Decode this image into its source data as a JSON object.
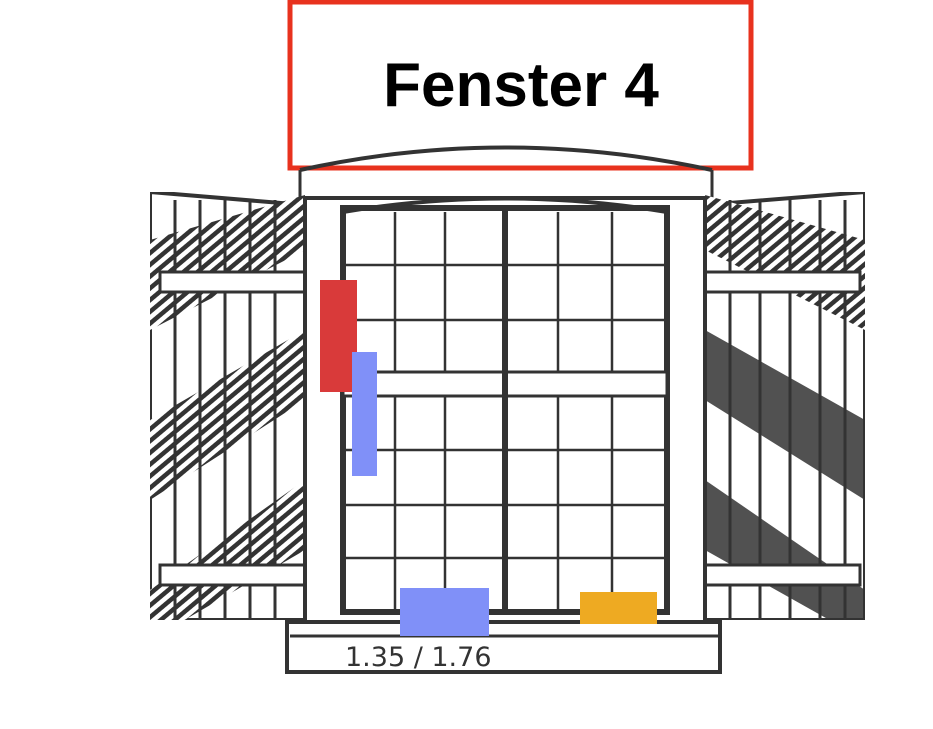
{
  "title": "Fenster 4",
  "dimension_label": "1.35 / 1.76",
  "colors": {
    "title_border": "#e8321e",
    "marker_red": "#d93a3a",
    "marker_blue": "#8090f8",
    "marker_orange": "#eeaa22",
    "ink": "#333333"
  },
  "markers": [
    {
      "name": "red-marker",
      "color": "#d93a3a"
    },
    {
      "name": "blue-marker-vertical",
      "color": "#8090f8"
    },
    {
      "name": "blue-marker-bottom",
      "color": "#8090f8"
    },
    {
      "name": "orange-marker",
      "color": "#eeaa22"
    }
  ]
}
